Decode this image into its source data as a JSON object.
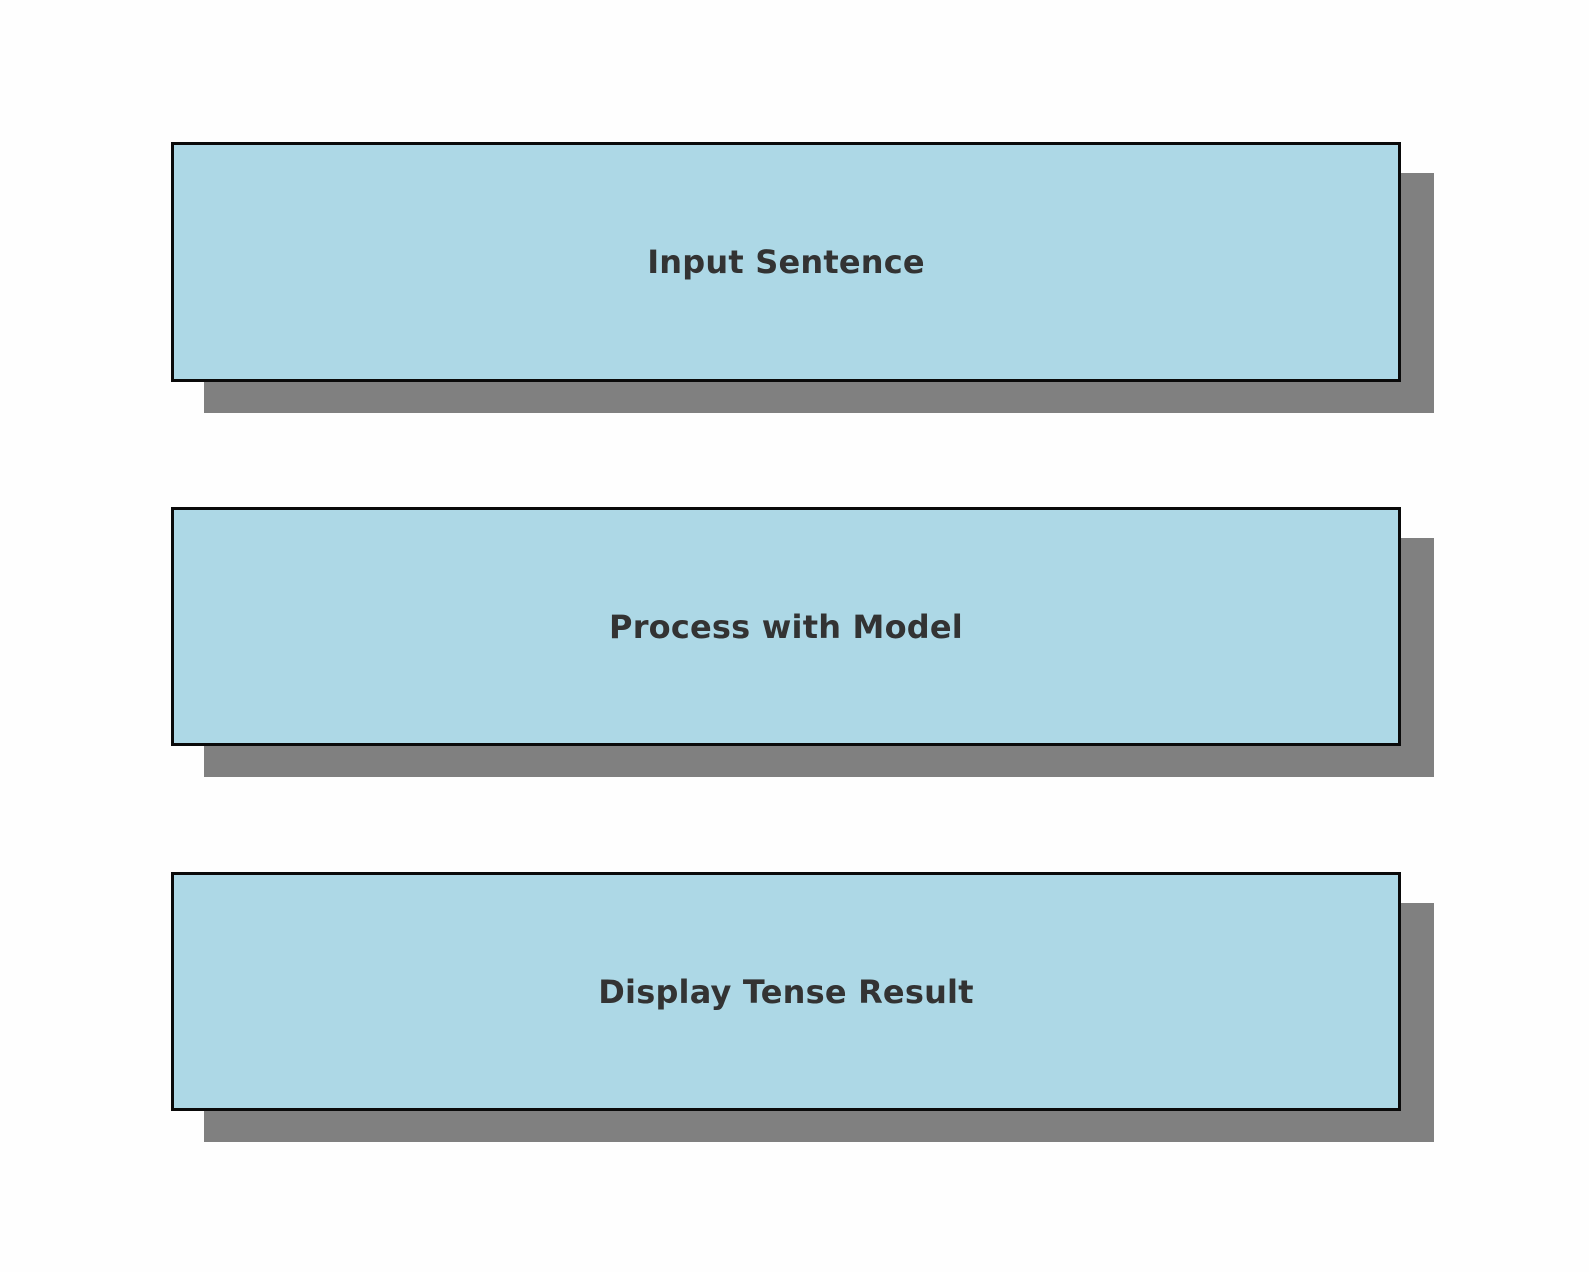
{
  "diagram": {
    "type": "flowchart",
    "orientation": "vertical",
    "background_color": "#fefefe",
    "node_fill_color": "#ADD8E6",
    "node_border_color": "#0a0a0a",
    "node_shadow_color": "#808080",
    "node_text_color": "#333333",
    "nodes": [
      {
        "id": "input-sentence",
        "label": "Input Sentence"
      },
      {
        "id": "process-with-model",
        "label": "Process with Model"
      },
      {
        "id": "display-tense-result",
        "label": "Display Tense Result"
      }
    ]
  }
}
